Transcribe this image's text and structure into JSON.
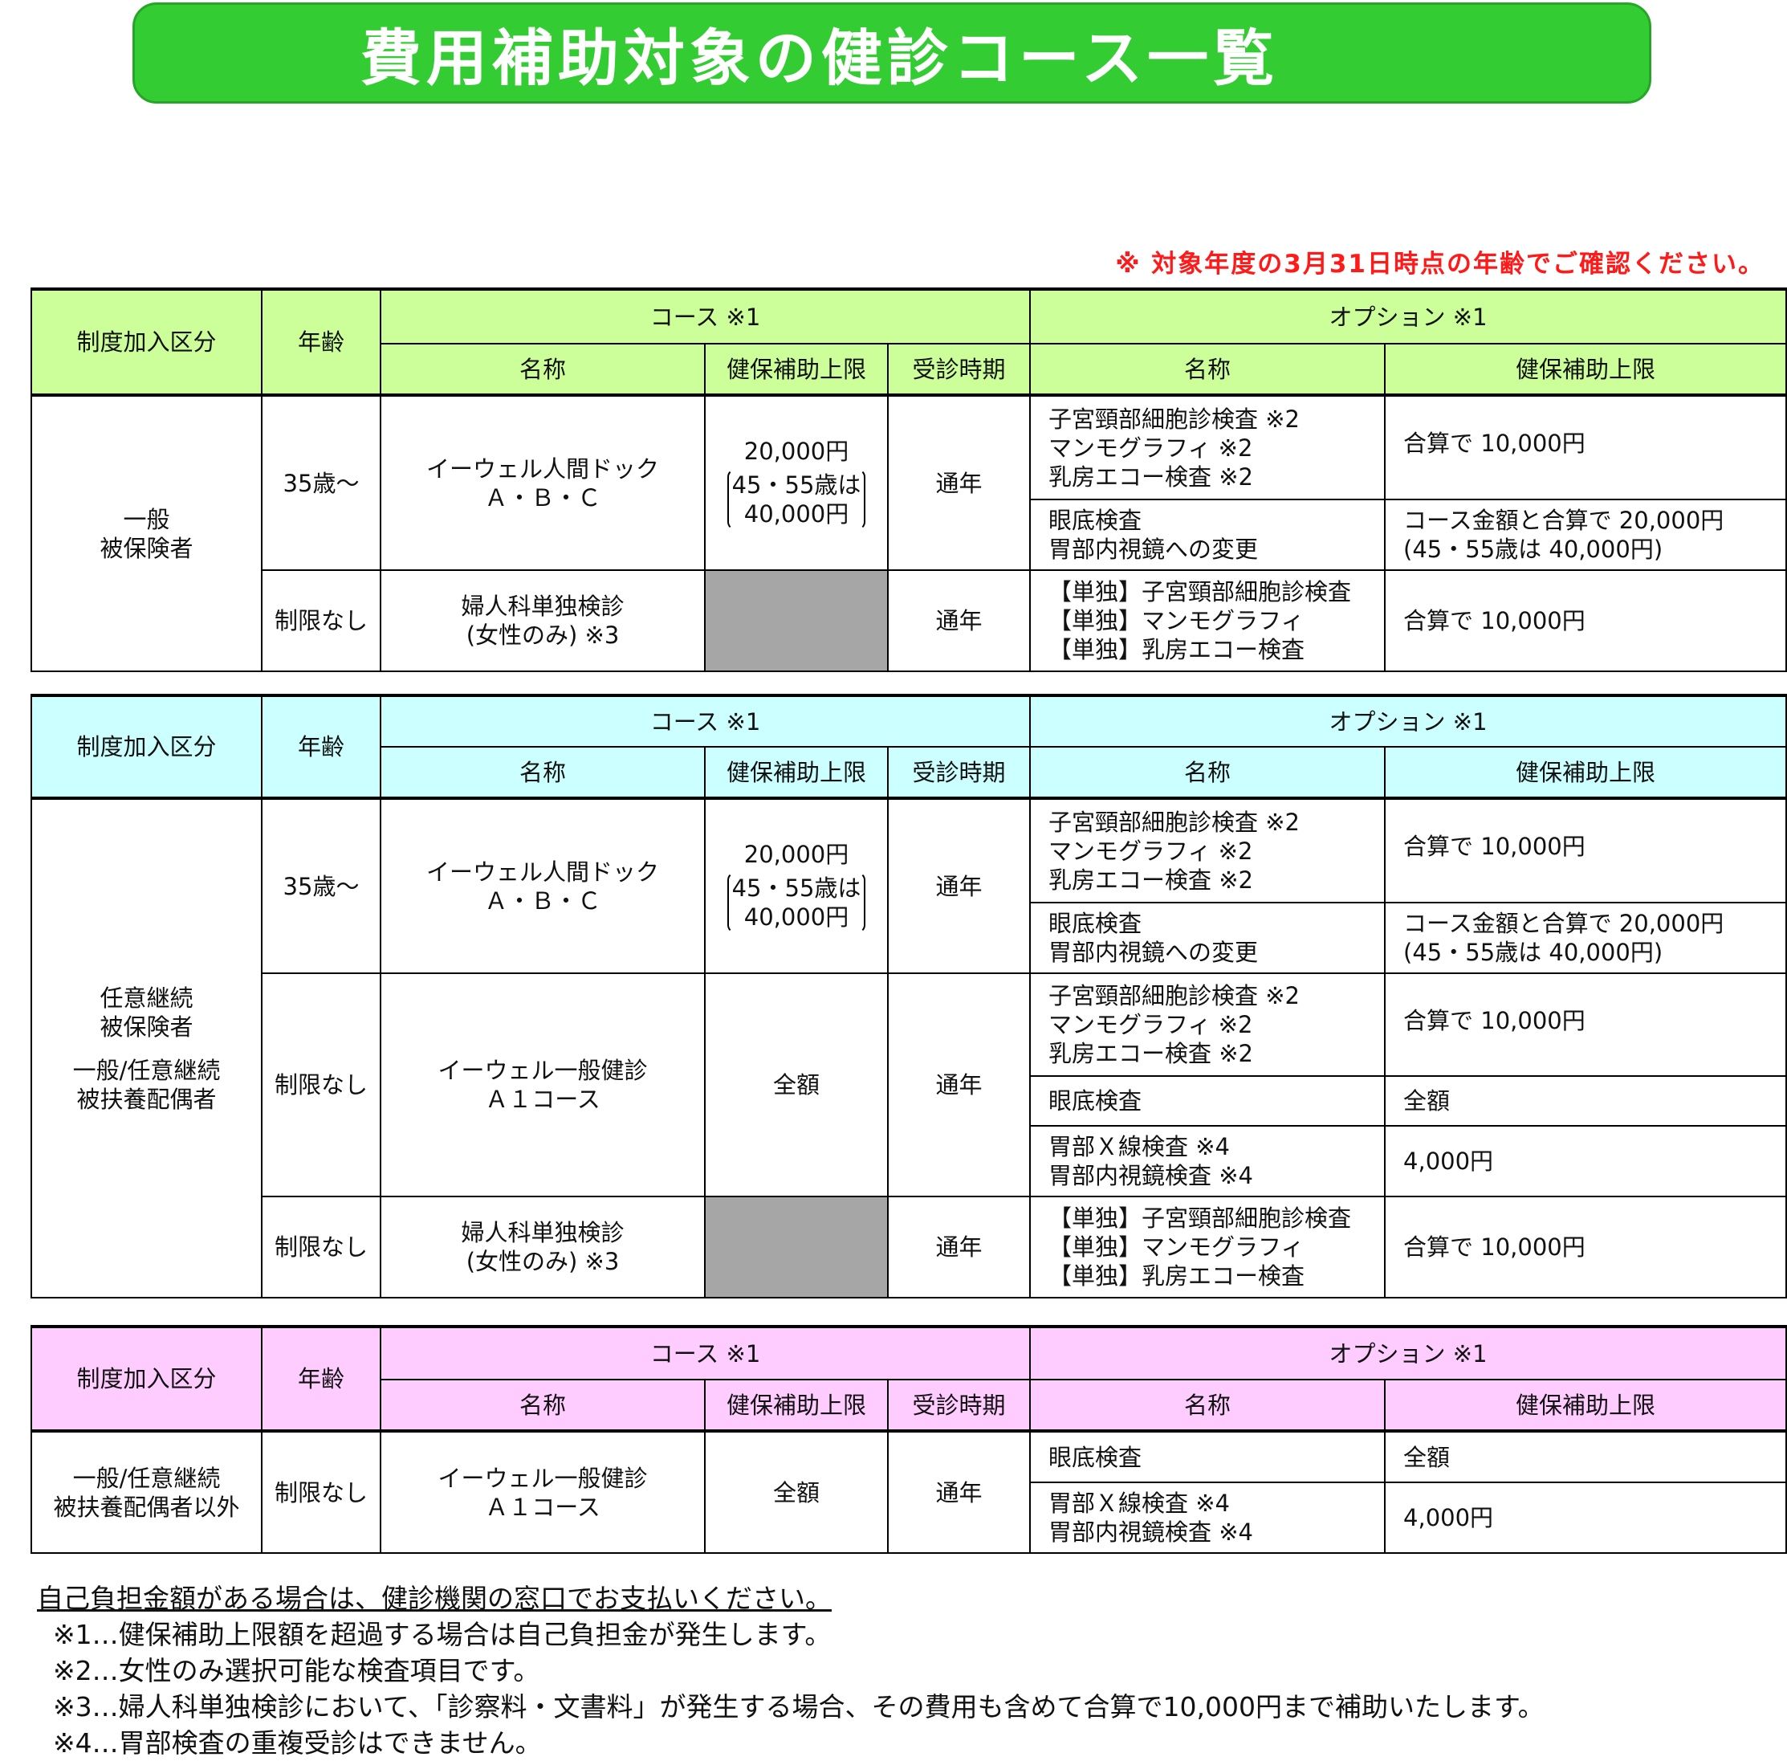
{
  "title": "費用補助対象の健診コース一覧",
  "age_note": "※ 対象年度の3月31日時点の年齢でご確認ください。",
  "headers": {
    "category": "制度加入区分",
    "age": "年齢",
    "course": "コース ※1",
    "option": "オプション ※1",
    "name": "名称",
    "limit": "健保補助上限",
    "period": "受診時期"
  },
  "colors": {
    "banner": "#33cc33",
    "table1_header": "#ccff99",
    "table2_header": "#ccffff",
    "table3_header": "#ffccff",
    "note_red": "#ff1a1a",
    "disabled_cell": "#a6a6a6"
  },
  "table1": {
    "category": [
      "一般",
      "被保険者"
    ],
    "rows": [
      {
        "age": "35歳～",
        "course_name": [
          "イーウェル人間ドック",
          "Ａ・Ｂ・Ｃ"
        ],
        "limit": "20,000円",
        "limit_sub": [
          "45・55歳は",
          "40,000円"
        ],
        "period": "通年",
        "options": [
          {
            "name": [
              "子宮頸部細胞診検査 ※2",
              "マンモグラフィ ※2",
              "乳房エコー検査 ※2"
            ],
            "limit": [
              "合算で 10,000円"
            ]
          },
          {
            "name": [
              "眼底検査",
              "胃部内視鏡への変更"
            ],
            "limit": [
              "コース金額と合算で 20,000円",
              "(45・55歳は 40,000円)"
            ]
          }
        ]
      },
      {
        "age": "制限なし",
        "course_name": [
          "婦人科単独検診",
          "(女性のみ) ※3"
        ],
        "period": "通年",
        "options": [
          {
            "name": [
              "【単独】子宮頸部細胞診検査",
              "【単独】マンモグラフィ",
              "【単独】乳房エコー検査"
            ],
            "limit": [
              "合算で 10,000円"
            ]
          }
        ]
      }
    ]
  },
  "table2": {
    "category": [
      "任意継続",
      "被保険者",
      "",
      "一般/任意継続",
      "被扶養配偶者"
    ],
    "rows": [
      {
        "age": "35歳～",
        "course_name": [
          "イーウェル人間ドック",
          "Ａ・Ｂ・Ｃ"
        ],
        "limit": "20,000円",
        "limit_sub": [
          "45・55歳は",
          "40,000円"
        ],
        "period": "通年",
        "options": [
          {
            "name": [
              "子宮頸部細胞診検査 ※2",
              "マンモグラフィ ※2",
              "乳房エコー検査 ※2"
            ],
            "limit": [
              "合算で 10,000円"
            ]
          },
          {
            "name": [
              "眼底検査",
              "胃部内視鏡への変更"
            ],
            "limit": [
              "コース金額と合算で 20,000円",
              "(45・55歳は 40,000円)"
            ]
          }
        ]
      },
      {
        "age": "制限なし",
        "course_name": [
          "イーウェル一般健診",
          "Ａ１コース"
        ],
        "limit": "全額",
        "period": "通年",
        "options": [
          {
            "name": [
              "子宮頸部細胞診検査 ※2",
              "マンモグラフィ ※2",
              "乳房エコー検査 ※2"
            ],
            "limit": [
              "合算で 10,000円"
            ]
          },
          {
            "name": [
              "眼底検査"
            ],
            "limit": [
              "全額"
            ]
          },
          {
            "name": [
              "胃部Ｘ線検査 ※4",
              "胃部内視鏡検査 ※4"
            ],
            "limit": [
              "4,000円"
            ]
          }
        ]
      },
      {
        "age": "制限なし",
        "course_name": [
          "婦人科単独検診",
          "(女性のみ) ※3"
        ],
        "period": "通年",
        "options": [
          {
            "name": [
              "【単独】子宮頸部細胞診検査",
              "【単独】マンモグラフィ",
              "【単独】乳房エコー検査"
            ],
            "limit": [
              "合算で 10,000円"
            ]
          }
        ]
      }
    ]
  },
  "table3": {
    "category": [
      "一般/任意継続",
      "被扶養配偶者以外"
    ],
    "rows": [
      {
        "age": "制限なし",
        "course_name": [
          "イーウェル一般健診",
          "Ａ１コース"
        ],
        "limit": "全額",
        "period": "通年",
        "options": [
          {
            "name": [
              "眼底検査"
            ],
            "limit": [
              "全額"
            ]
          },
          {
            "name": [
              "胃部Ｘ線検査 ※4",
              "胃部内視鏡検査 ※4"
            ],
            "limit": [
              "4,000円"
            ]
          }
        ]
      }
    ]
  },
  "notes": {
    "main": "自己負担金額がある場合は、健診機関の窓口でお支払いください。",
    "items": [
      "※1…健保補助上限額を超過する場合は自己負担金が発生します。",
      "※2…女性のみ選択可能な検査項目です。",
      "※3…婦人科単独検診において、「診察料・文書料」が発生する場合、その費用も含めて合算で10,000円まで補助いたします。",
      "※4…胃部検査の重複受診はできません。"
    ]
  }
}
